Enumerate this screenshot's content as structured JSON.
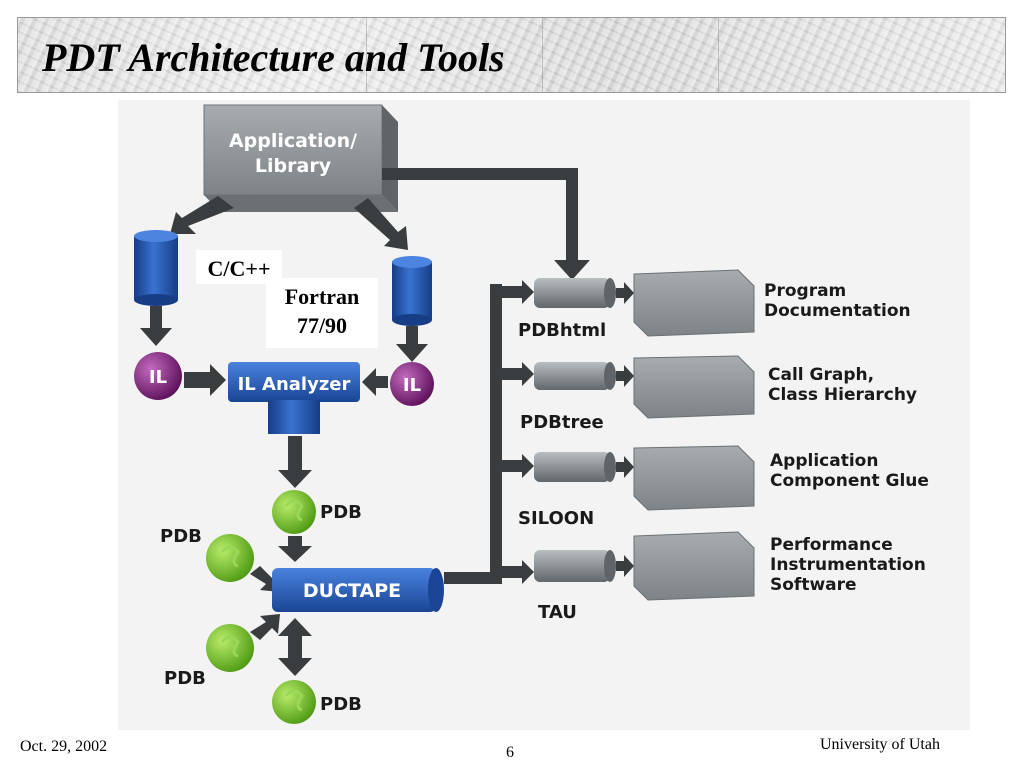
{
  "title": "PDT Architecture and Tools",
  "footer": {
    "date": "Oct. 29, 2002",
    "page": "6",
    "org": "University of Utah"
  },
  "diagram": {
    "app_library_line1": "Application/",
    "app_library_line2": "Library",
    "cpp_label": "C/C++",
    "fortran_line1": "Fortran",
    "fortran_line2": "77/90",
    "il_left": "IL",
    "il_right": "IL",
    "il_analyzer": "IL Analyzer",
    "pdb_top": "PDB",
    "pdb_left_top": "PDB",
    "pdb_left_bottom": "PDB",
    "pdb_bottom": "PDB",
    "ductape": "DUCTAPE",
    "tools": [
      {
        "name": "PDBhtml",
        "output_lines": [
          "Program",
          "Documentation"
        ]
      },
      {
        "name": "PDBtree",
        "output_lines": [
          "Call Graph,",
          "Class Hierarchy"
        ]
      },
      {
        "name": "SILOON",
        "output_lines": [
          "Application",
          "Component Glue"
        ]
      },
      {
        "name": "TAU",
        "output_lines": [
          "Performance",
          "Instrumentation",
          "Software"
        ]
      }
    ],
    "colors": {
      "gray_box": "#8f9598",
      "dark_arrow": "#3a3d3f",
      "blue": "#1f4fa6",
      "purple": "#7a1f78",
      "green": "#79c12a"
    }
  }
}
